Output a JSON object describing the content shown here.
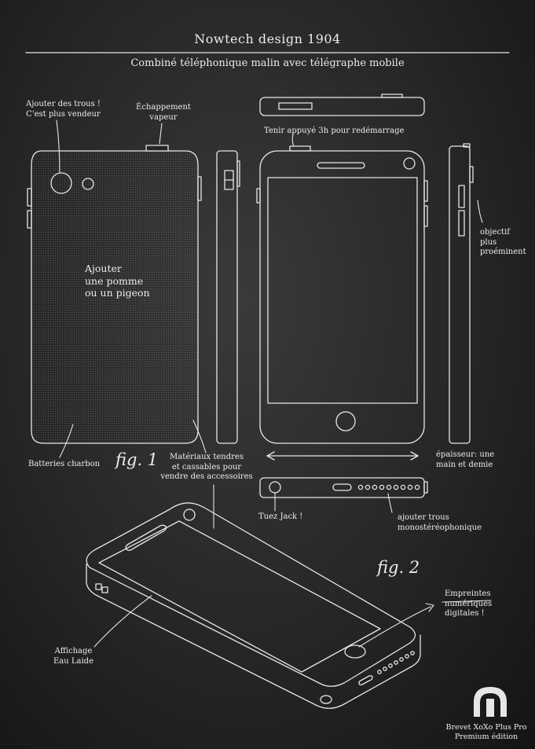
{
  "header": {
    "title": "Nowtech design 1904",
    "subtitle": "Combiné téléphonique malin avec télégraphe mobile"
  },
  "annotations": {
    "holes_line1": "Ajouter des trous !",
    "holes_line2": "C'est plus vendeur",
    "steam_line1": "Échappement",
    "steam_line2": "vapeur",
    "hold_restart": "Tenir appuyé 3h pour redémarrage",
    "lens_line1": "objectif",
    "lens_line2": "plus",
    "lens_line3": "proéminent",
    "apple_line1": "Ajouter",
    "apple_line2": "une pomme",
    "apple_line3": "ou un pigeon",
    "batteries": "Batteries charbon",
    "materials_line1": "Matériaux tendres",
    "materials_line2": "et cassables pour",
    "materials_line3": "vendre des accessoires",
    "thickness_line1": "épaisseur: une",
    "thickness_line2": "main et demie",
    "jack": "Tuez Jack !",
    "holes2_line1": "ajouter trous",
    "holes2_line2": "monostéréophonique",
    "prints_line1": "Empreintes",
    "prints_line2": "numériques",
    "prints_line3": "digitales !",
    "display_line1": "Affichage",
    "display_line2": "Eau Laide"
  },
  "figures": {
    "fig1": "fig. 1",
    "fig2": "fig. 2"
  },
  "footer": {
    "logo_icon": "patent-logo-icon",
    "brand_line1": "Brevet XoXo Plus Pro",
    "brand_line2": "Premium édition"
  },
  "colors": {
    "chalk": "#ececec",
    "board": "#2a2a2a"
  }
}
